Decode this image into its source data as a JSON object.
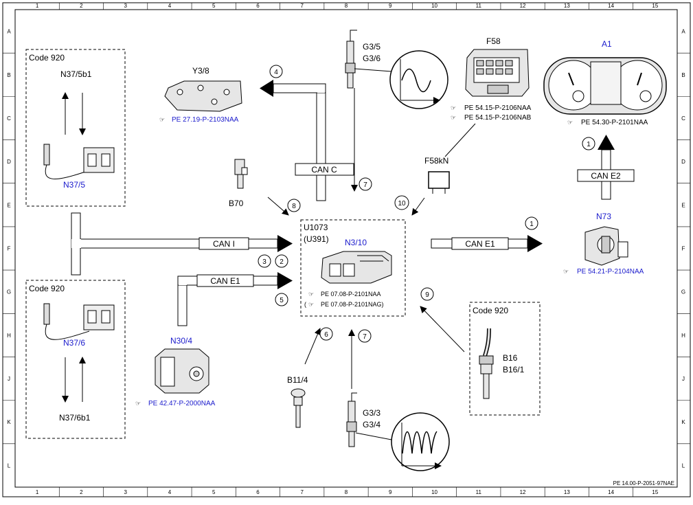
{
  "colors": {
    "line": "#000000",
    "link_text": "#1a1acc",
    "frame_fill": "#ffffff",
    "component_fill": "#e6e6e6"
  },
  "grid": {
    "columns": [
      "1",
      "2",
      "3",
      "4",
      "5",
      "6",
      "7",
      "8",
      "9",
      "10",
      "11",
      "12",
      "13",
      "14",
      "15"
    ],
    "rows": [
      "A",
      "B",
      "C",
      "D",
      "E",
      "F",
      "G",
      "H",
      "J",
      "K",
      "L"
    ]
  },
  "code_boxes": {
    "top_left": "Code 920",
    "bottom_left": "Code 920",
    "right": "Code 920"
  },
  "components": {
    "n37_5b1": "N37/5b1",
    "n37_5": "N37/5",
    "n37_6": "N37/6",
    "n37_6b1": "N37/6b1",
    "y3_8": "Y3/8",
    "y3_8_ref": "PE 27.19-P-2103NAA",
    "b70": "B70",
    "g3_5": "G3/5",
    "g3_6": "G3/6",
    "f58": "F58",
    "f58_ref1": "PE 54.15-P-2106NAA",
    "f58_ref2": "PE 54.15-P-2106NAB",
    "f58kn": "F58kN",
    "a1": "A1",
    "a1_ref": "PE 54.30-P-2101NAA",
    "n73": "N73",
    "n73_ref": "PE 54.21-P-2104NAA",
    "u1073": "U1073",
    "u391": "(U391)",
    "n3_10": "N3/10",
    "n3_10_ref1": "PE 07.08-P-2101NAA",
    "n3_10_ref2_open": "(",
    "n3_10_ref2": "PE 07.08-P-2101NAG)",
    "n30_4": "N30/4",
    "n30_4_ref": "PE 42.47-P-2000NAA",
    "b11_4": "B11/4",
    "g3_3": "G3/3",
    "g3_4": "G3/4",
    "b16": "B16",
    "b16_1": "B16/1"
  },
  "buses": {
    "can_c": "CAN C",
    "can_i": "CAN I",
    "can_e1_left": "CAN E1",
    "can_e1_right": "CAN E1",
    "can_e2": "CAN E2"
  },
  "markers": [
    "1",
    "2",
    "3",
    "4",
    "5",
    "6",
    "7",
    "8",
    "9",
    "10"
  ],
  "footer": "PE 14.00-P-2051-97NAE"
}
